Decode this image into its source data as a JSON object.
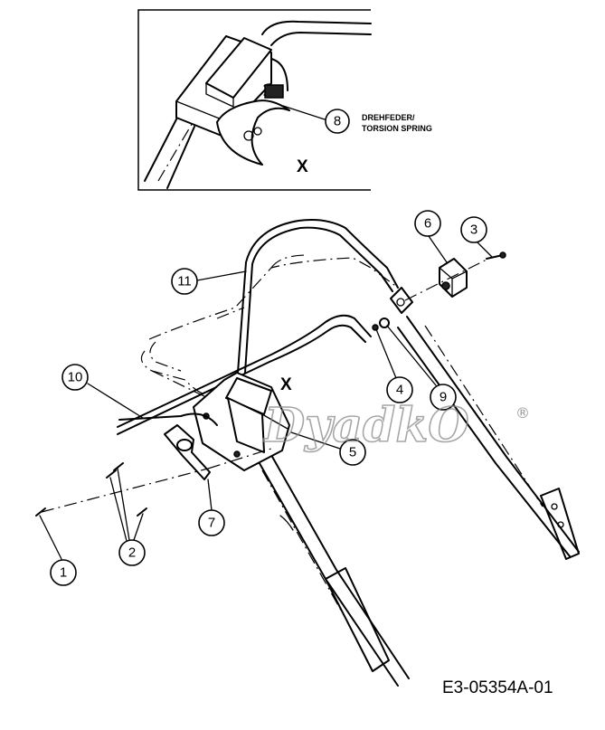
{
  "callouts": [
    "1",
    "2",
    "3",
    "4",
    "5",
    "6",
    "7",
    "8",
    "9",
    "10",
    "11"
  ],
  "inset": {
    "view_label": "X",
    "note_line1": "DREHFEDER/",
    "note_line2": "TORSION SPRING"
  },
  "main_view_label": "X",
  "drawing_code": "E3-05354A-01",
  "watermark": {
    "brand": "DyadkO",
    "registered_mark": "®"
  }
}
